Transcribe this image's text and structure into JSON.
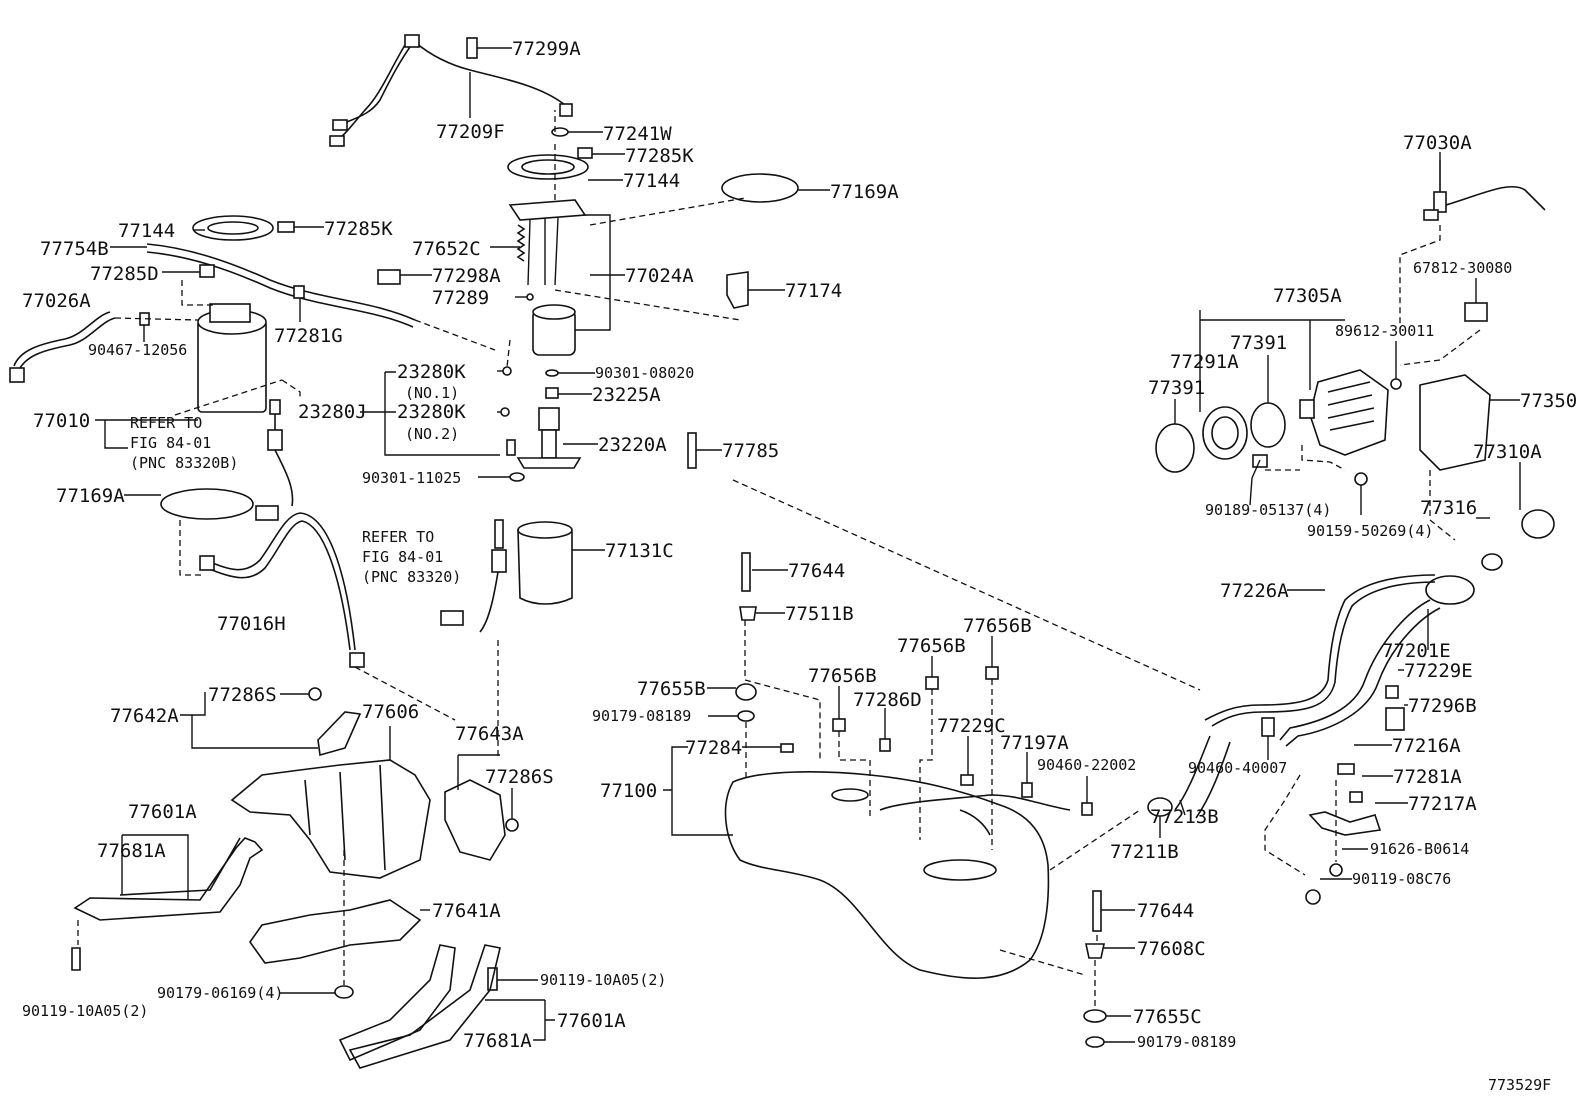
{
  "figure_id": "773529F",
  "labels": {
    "l_77299A": "77299A",
    "l_77209F": "77209F",
    "l_77241W": "77241W",
    "l_77285K_a": "77285K",
    "l_77144_a": "77144",
    "l_77169A_a": "77169A",
    "l_77144_b": "77144",
    "l_77285K_b": "77285K",
    "l_77652C": "77652C",
    "l_77754B": "77754B",
    "l_77298A": "77298A",
    "l_77024A": "77024A",
    "l_77285D": "77285D",
    "l_77289": "77289",
    "l_77174": "77174",
    "l_77026A": "77026A",
    "l_77281G": "77281G",
    "l_90467": "90467-12056",
    "l_23280K_1": "23280K",
    "l_no1": "(NO.1)",
    "l_90301_08020": "90301-08020",
    "l_23280J": "23280J",
    "l_23280K_2": "23280K",
    "l_no2": "(NO.2)",
    "l_23225A": "23225A",
    "l_77010": "77010",
    "l_23220A": "23220A",
    "l_90301_11025": "90301-11025",
    "l_77785": "77785",
    "l_77169A_b": "77169A",
    "l_77131C": "77131C",
    "l_77016H": "77016H",
    "l_77644_a": "77644",
    "l_77511B": "77511B",
    "l_77655B": "77655B",
    "l_90179_08189_a": "90179-08189",
    "l_77656B_a": "77656B",
    "l_77656B_b": "77656B",
    "l_77656B_c": "77656B",
    "l_77286D": "77286D",
    "l_77229C": "77229C",
    "l_77197A": "77197A",
    "l_77284": "77284",
    "l_77100": "77100",
    "l_90460_22002": "90460-22002",
    "l_77286S_a": "77286S",
    "l_77642A": "77642A",
    "l_77606": "77606",
    "l_77643A": "77643A",
    "l_77286S_b": "77286S",
    "l_77601A_a": "77601A",
    "l_77681A_a": "77681A",
    "l_77641A": "77641A",
    "l_90179_06169": "90179-06169(4)",
    "l_90119_10A05_a": "90119-10A05(2)",
    "l_90119_10A05_b": "90119-10A05(2)",
    "l_77601A_b": "77601A",
    "l_77681A_b": "77681A",
    "l_77644_b": "77644",
    "l_77608C": "77608C",
    "l_77655C": "77655C",
    "l_90179_08189_b": "90179-08189",
    "l_77030A": "77030A",
    "l_67812": "67812-30080",
    "l_77305A": "77305A",
    "l_77391_a": "77391",
    "l_89612": "89612-30011",
    "l_77291A": "77291A",
    "l_77391_b": "77391",
    "l_77350": "77350",
    "l_90189": "90189-05137(4)",
    "l_90159": "90159-50269(4)",
    "l_77310A": "77310A",
    "l_77316": "77316",
    "l_77226A": "77226A",
    "l_77201E": "77201E",
    "l_77229E": "77229E",
    "l_77296B": "77296B",
    "l_90460_40007": "90460-40007",
    "l_77213B": "77213B",
    "l_77211B": "77211B",
    "l_77216A": "77216A",
    "l_77281A": "77281A",
    "l_77217A": "77217A",
    "l_91626": "91626-B0614",
    "l_90119_08C76": "90119-08C76"
  },
  "refer_notes": {
    "a_line1": "REFER TO",
    "a_line2": "FIG 84-01",
    "a_line3": "(PNC 83320B)",
    "b_line1": "REFER TO",
    "b_line2": "FIG 84-01",
    "b_line3": "(PNC 83320)"
  }
}
